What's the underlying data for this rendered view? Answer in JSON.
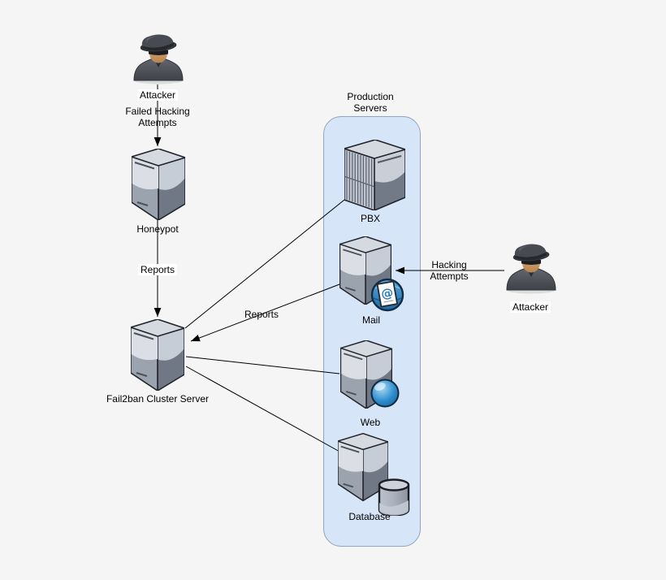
{
  "diagram": {
    "container": {
      "label_line1": "Production",
      "label_line2": "Servers"
    },
    "nodes": {
      "attacker_left": {
        "label": "Attacker"
      },
      "honeypot": {
        "label": "Honeypot"
      },
      "fail2ban": {
        "label": "Fail2ban Cluster Server"
      },
      "pbx": {
        "label": "PBX"
      },
      "mail": {
        "label": "Mail"
      },
      "web": {
        "label": "Web"
      },
      "database": {
        "label": "Database"
      },
      "attacker_right": {
        "label": "Attacker"
      }
    },
    "edges": {
      "failed_hacking": {
        "label_line1": "Failed Hacking",
        "label_line2": "Attempts"
      },
      "honeypot_reports": {
        "label": "Reports"
      },
      "mail_reports": {
        "label": "Reports"
      },
      "hacking_attempts": {
        "label_line1": "Hacking",
        "label_line2": "Attempts"
      }
    },
    "icons": {
      "attacker": "spy-fedora-sunglasses-trenchcoat",
      "server": "server-tower-3d",
      "pbx": "server-tower-vent-grille",
      "mail_badge": "globe-with-at-letter",
      "web_badge": "blue-glossy-sphere",
      "database_badge": "grey-cylinder"
    },
    "colors": {
      "background": "#f5f5f5",
      "container_fill": "#d7e5f8",
      "container_border": "#8ea4c0",
      "edge_line": "#000000",
      "server_light": "#dbdfe5",
      "server_mid": "#9ba3ae",
      "server_dark": "#6f7884",
      "accent_blue": "#2e8fd0"
    }
  }
}
